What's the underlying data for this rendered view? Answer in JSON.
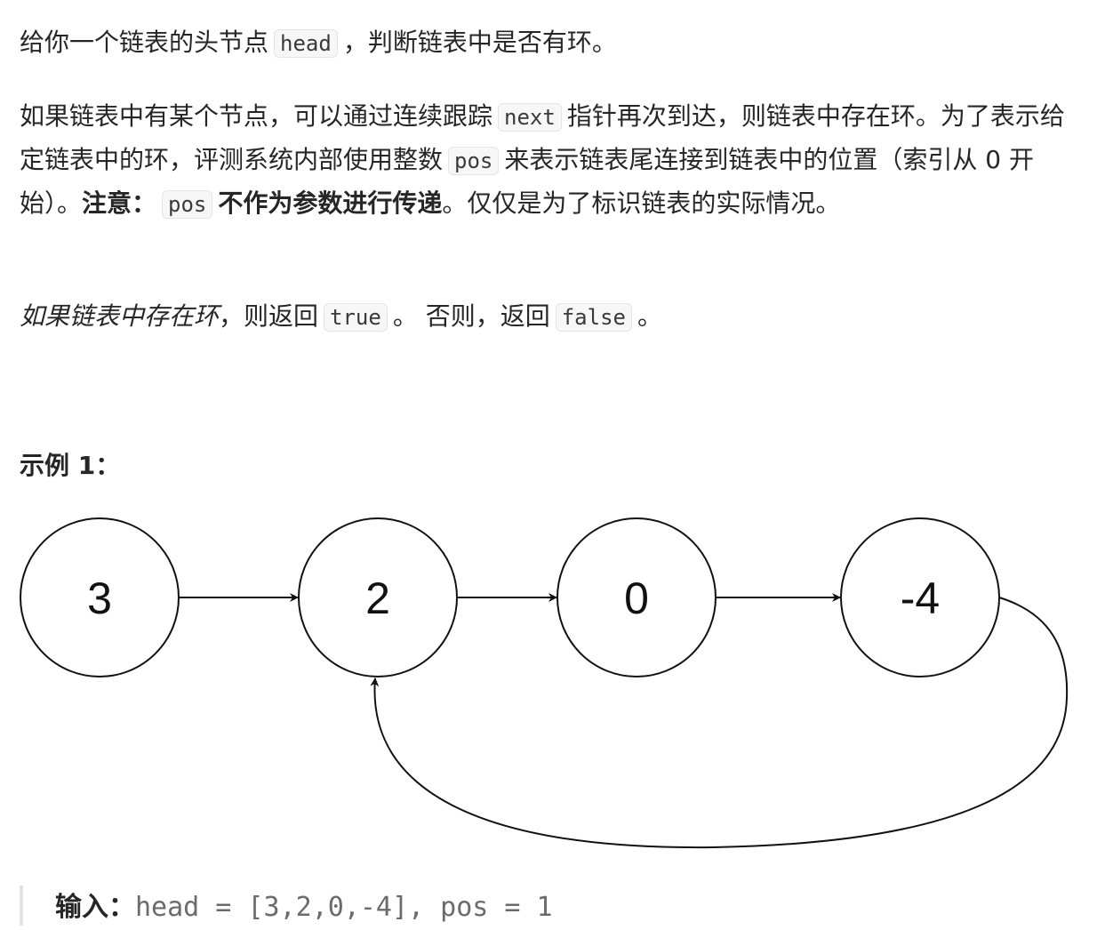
{
  "problem": {
    "p1": {
      "t1": "给你一个链表的头节点",
      "c1": "head",
      "t2": "，判断链表中是否有环。"
    },
    "p2": {
      "t1": "如果链表中有某个节点，可以通过连续跟踪",
      "c1": "next",
      "t2": "指针再次到达，则链表中存在环。为了表示给定链表中的环，评测系统内部使用整数",
      "c2": "pos",
      "t3": "来表示链表尾连接到链表中的位置（索引从 0 开始）。",
      "b1": "注意：",
      "c3": "pos",
      "b2": "不作为参数进行传递",
      "t4": "。仅仅是为了标识链表的实际情况。"
    },
    "p3": {
      "e1": "如果链表中存在环",
      "t1": "，则返回",
      "c1": "true",
      "t2": "。 否则，返回",
      "c2": "false",
      "t3": "。"
    }
  },
  "example1": {
    "heading": "示例 1：",
    "nodes": [
      "3",
      "2",
      "0",
      "-4"
    ],
    "input_label": "输入：",
    "input_value": "head = [3,2,0,-4], pos = 1"
  }
}
